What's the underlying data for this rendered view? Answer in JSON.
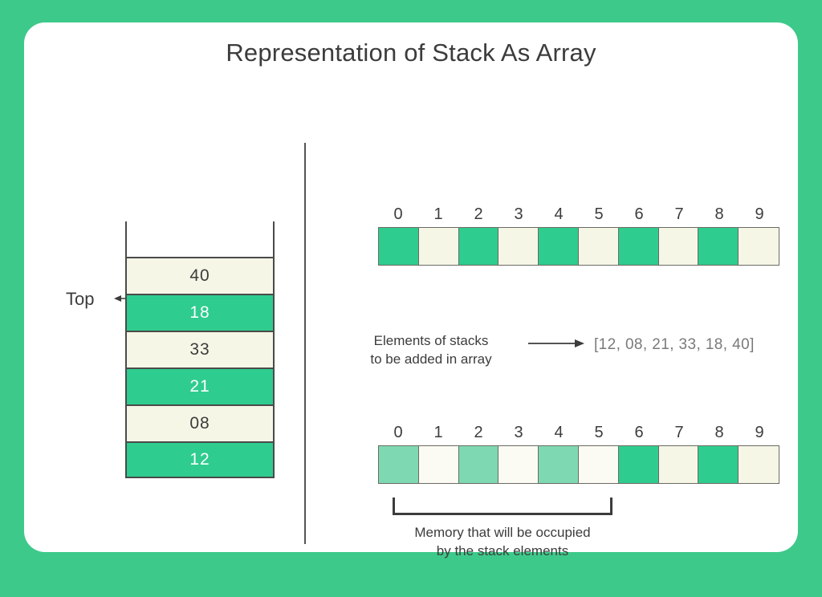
{
  "title": "Representation of Stack As Array",
  "colors": {
    "page_background": "#3DC98A",
    "card_background": "#FFFFFF",
    "green": "#2ECC8E",
    "cream": "#F6F6E7",
    "green_faded": "#7ED9B2",
    "cream_faded": "#FBFBF4",
    "text": "#3C3C3C",
    "muted_text": "#7A7A7A",
    "border": "#4A4A4A"
  },
  "stack": {
    "top_label": "Top",
    "arrow_icon": "arrow-left-icon",
    "cells": [
      {
        "value": "40",
        "fill": "cream"
      },
      {
        "value": "18",
        "fill": "green"
      },
      {
        "value": "33",
        "fill": "cream"
      },
      {
        "value": "21",
        "fill": "green"
      },
      {
        "value": "08",
        "fill": "cream"
      },
      {
        "value": "12",
        "fill": "green"
      }
    ]
  },
  "arrays": {
    "indices": [
      "0",
      "1",
      "2",
      "3",
      "4",
      "5",
      "6",
      "7",
      "8",
      "9"
    ],
    "first": {
      "fills": [
        "green",
        "cream",
        "green",
        "cream",
        "green",
        "cream",
        "green",
        "cream",
        "green",
        "cream"
      ]
    },
    "second": {
      "fills": [
        "green-faded",
        "cream-faded",
        "green-faded",
        "cream-faded",
        "green-faded",
        "cream-faded",
        "green",
        "cream",
        "green",
        "cream"
      ],
      "highlight_start_index": "0",
      "highlight_end_index": "5"
    }
  },
  "middle": {
    "caption_line1": "Elements of stacks",
    "caption_line2": "to be added in array",
    "arrow_icon": "arrow-right-icon",
    "value": "[12, 08, 21, 33, 18, 40]"
  },
  "bottom": {
    "caption_line1": "Memory that will be occupied",
    "caption_line2": "by the stack elements"
  }
}
